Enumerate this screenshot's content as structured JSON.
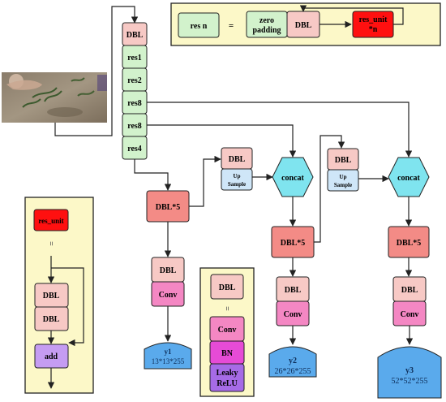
{
  "legend": {
    "res_n": "res n",
    "equals": "=",
    "zero_padding_line1": "zero",
    "zero_padding_line2": "padding",
    "dbl": "DBL",
    "res_unit_n_line1": "res_unit",
    "res_unit_n_line2": "*n"
  },
  "backbone": {
    "dbl": "DBL",
    "blocks": [
      "res1",
      "res2",
      "res8",
      "res8",
      "res4"
    ]
  },
  "head1": {
    "dbl5": "DBL*5",
    "dbl": "DBL",
    "conv": "Conv",
    "output_line1": "y1",
    "output_line2": "13*13*255"
  },
  "branch1": {
    "dbl": "DBL",
    "upsample_line1": "Up",
    "upsample_line2": "Sample",
    "concat": "concat"
  },
  "head2": {
    "dbl5": "DBL*5",
    "dbl": "DBL",
    "conv": "Conv",
    "output_line1": "y2",
    "output_line2": "26*26*255"
  },
  "branch2": {
    "dbl": "DBL",
    "upsample_line1": "Up",
    "upsample_line2": "Sample",
    "concat": "concat"
  },
  "head3": {
    "dbl5": "DBL*5",
    "dbl": "DBL",
    "conv": "Conv",
    "output_line1": "y3",
    "output_line2": "52*52*255"
  },
  "res_unit_legend": {
    "res_unit": "res_unit",
    "equals": "=",
    "dbl1": "DBL",
    "dbl2": "DBL",
    "add": "add"
  },
  "dbl_legend": {
    "dbl": "DBL",
    "equals": "=",
    "conv": "Conv",
    "bn": "BN",
    "leaky_line1": "Leaky",
    "leaky_line2": "ReLU"
  },
  "colors": {
    "panel_bg": "#fcf8c8",
    "res_green": "#d2f2cc",
    "dbl_pink": "#f7c9c5",
    "dbl5_red": "#f38b86",
    "upsample_blue": "#cfe6f8",
    "concat_cyan": "#7fe4ef",
    "conv_pink": "#f487c3",
    "bn_magenta": "#e64bd6",
    "leaky_purple": "#a66be6",
    "output_blue": "#5aaaec",
    "res_unit_red": "#ff1010",
    "add_purple": "#c59cf2"
  }
}
